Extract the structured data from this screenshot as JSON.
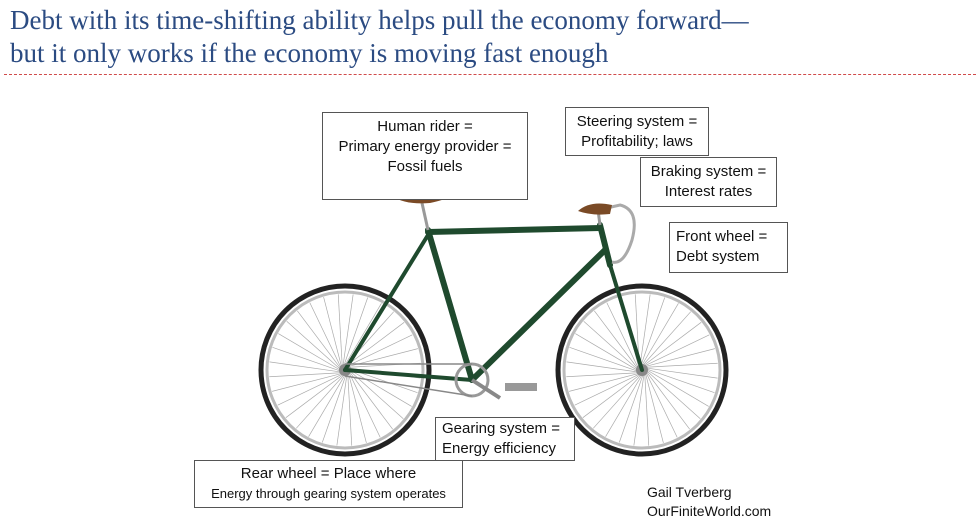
{
  "title": {
    "line1": "Debt with its time-shifting ability helps pull the economy forward—",
    "line2": "but it only works if the economy is moving fast enough"
  },
  "labels": {
    "rider": [
      "Human rider =",
      "Primary energy provider  =",
      "Fossil fuels"
    ],
    "steering": [
      "Steering system  =",
      "Profitability; laws"
    ],
    "braking": [
      "Braking system  =",
      "Interest rates"
    ],
    "front_wheel": [
      "Front wheel =",
      "Debt system"
    ],
    "gearing": [
      "Gearing system  =",
      "Energy efficiency"
    ],
    "rear_wheel": [
      "Rear wheel  = Place where",
      "Energy through gearing system operates"
    ]
  },
  "credit": {
    "author": "Gail Tverberg",
    "site": "OurFiniteWorld.com"
  },
  "colors": {
    "title": "#2b4b82",
    "rule": "#d04a4a",
    "frame": "#1f4a2e",
    "saddle": "#7a4a26"
  }
}
